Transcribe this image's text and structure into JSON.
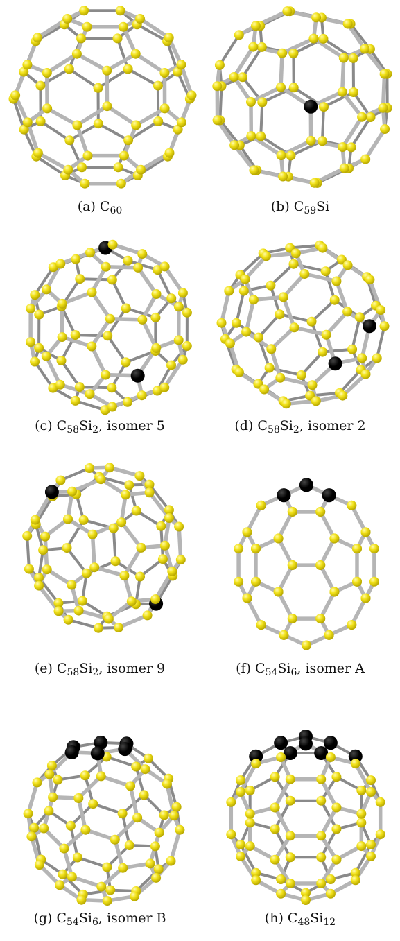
{
  "figure": {
    "panels": [
      {
        "id": "a",
        "label": "(a) C",
        "formula": [
          {
            "t": "60",
            "sub": true
          }
        ],
        "atoms": {
          "carbon": 60,
          "silicon": 0
        }
      },
      {
        "id": "b",
        "label": "(b) C",
        "formula": [
          {
            "t": "59",
            "sub": true
          },
          {
            "t": "Si",
            "sub": false
          }
        ],
        "atoms": {
          "carbon": 59,
          "silicon": 1
        }
      },
      {
        "id": "c",
        "label": "(c) C",
        "formula": [
          {
            "t": "58",
            "sub": true
          },
          {
            "t": "Si",
            "sub": false
          },
          {
            "t": "2",
            "sub": true
          },
          {
            "t": ", isomer 5",
            "sub": false
          }
        ],
        "atoms": {
          "carbon": 58,
          "silicon": 2
        }
      },
      {
        "id": "d",
        "label": "(d) C",
        "formula": [
          {
            "t": "58",
            "sub": true
          },
          {
            "t": "Si",
            "sub": false
          },
          {
            "t": "2",
            "sub": true
          },
          {
            "t": ", isomer 2",
            "sub": false
          }
        ],
        "atoms": {
          "carbon": 58,
          "silicon": 2
        }
      },
      {
        "id": "e",
        "label": "(e) C",
        "formula": [
          {
            "t": "58",
            "sub": true
          },
          {
            "t": "Si",
            "sub": false
          },
          {
            "t": "2",
            "sub": true
          },
          {
            "t": ", isomer 9",
            "sub": false
          }
        ],
        "atoms": {
          "carbon": 58,
          "silicon": 2
        }
      },
      {
        "id": "f",
        "label": "(f) C",
        "formula": [
          {
            "t": "54",
            "sub": true
          },
          {
            "t": "Si",
            "sub": false
          },
          {
            "t": "6",
            "sub": true
          },
          {
            "t": ", isomer A",
            "sub": false
          }
        ],
        "atoms": {
          "carbon": 54,
          "silicon": 6
        }
      },
      {
        "id": "g",
        "label": "(g) C",
        "formula": [
          {
            "t": "54",
            "sub": true
          },
          {
            "t": "Si",
            "sub": false
          },
          {
            "t": "6",
            "sub": true
          },
          {
            "t": ", isomer B",
            "sub": false
          }
        ],
        "atoms": {
          "carbon": 54,
          "silicon": 6
        }
      },
      {
        "id": "h",
        "label": "(h) C",
        "formula": [
          {
            "t": "48",
            "sub": true
          },
          {
            "t": "Si",
            "sub": false
          },
          {
            "t": "12",
            "sub": true
          }
        ],
        "atoms": {
          "carbon": 48,
          "silicon": 12
        }
      }
    ]
  },
  "colors": {
    "carbon": "#f2e21a",
    "carbon_shade": "#b8a800",
    "silicon": "#000000",
    "bond": "#b5b5b5",
    "bond_dark": "#8a8a8a",
    "caption": "#111111"
  }
}
